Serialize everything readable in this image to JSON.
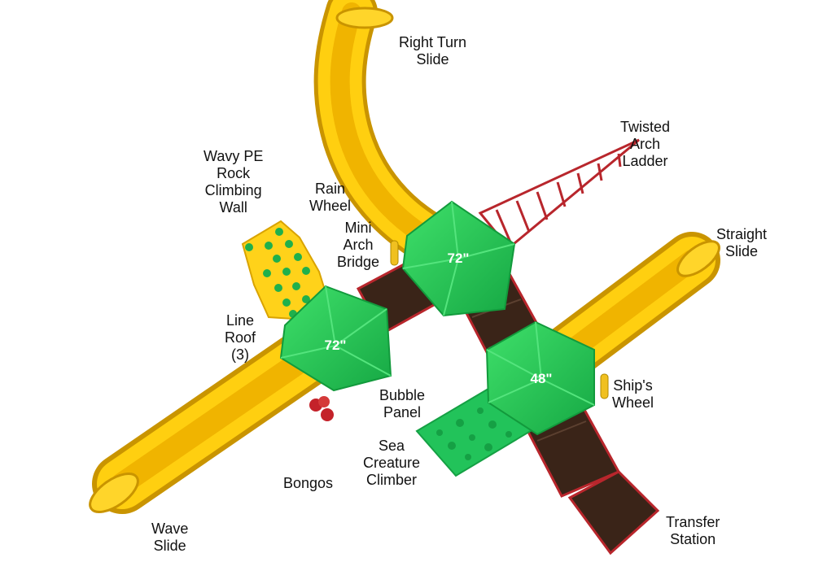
{
  "labels": {
    "right_turn_slide": "Right Turn\nSlide",
    "twisted_arch_ladder": "Twisted\nArch\nLadder",
    "wavy_pe_rock_climbing_wall": "Wavy PE\nRock\nClimbing\nWall",
    "rain_wheel": "Rain\nWheel",
    "mini_arch_bridge": "Mini\nArch\nBridge",
    "straight_slide": "Straight\nSlide",
    "line_roof": "Line\nRoof\n(3)",
    "ships_wheel": "Ship's\nWheel",
    "bubble_panel": "Bubble\nPanel",
    "sea_creature_climber": "Sea\nCreature\nClimber",
    "bongos": "Bongos",
    "wave_slide": "Wave\nSlide",
    "transfer_station": "Transfer\nStation"
  },
  "roof_heights": {
    "top": "72\"",
    "left": "72\"",
    "right": "48\""
  },
  "colors": {
    "slide_yellow": "#f7c600",
    "roof_green": "#2ecc55",
    "deck_brown": "#3a2418",
    "trim_red": "#b8262c",
    "climber_green": "#22c35a"
  }
}
